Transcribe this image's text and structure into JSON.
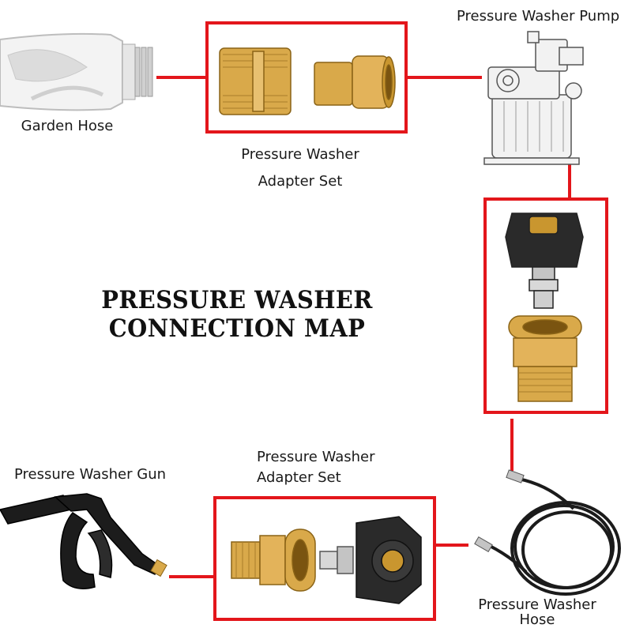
{
  "title": "PRESSURE WASHER CONNECTION MAP",
  "accent_color": "#e3161b",
  "brass_color": "#d9a94a",
  "nodes": {
    "garden_hose": {
      "label": "Garden Hose",
      "icon": "garden-hose-icon"
    },
    "adapter_top": {
      "label_line1": "Pressure Washer",
      "label_line2": "Adapter Set",
      "icon": "brass-quick-connect-icon"
    },
    "pump": {
      "label": "Pressure Washer Pump",
      "icon": "pump-icon"
    },
    "adapter_right": {
      "icon": "m22-quick-connect-icon"
    },
    "hose": {
      "label_line1": "Pressure Washer",
      "label_line2": "Hose",
      "icon": "coiled-hose-icon"
    },
    "adapter_bottom": {
      "label_line1": "Pressure Washer",
      "label_line2": "Adapter Set",
      "icon": "m22-adapter-icon"
    },
    "gun": {
      "label": "Pressure Washer Gun",
      "icon": "spray-gun-icon"
    }
  }
}
